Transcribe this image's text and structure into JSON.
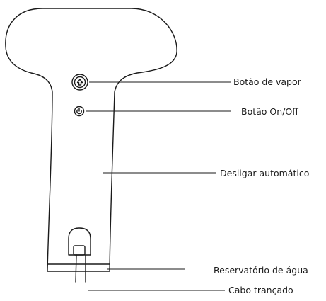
{
  "labels": {
    "steam_button": "Botão de vapor",
    "power_button": "Botão On/Off",
    "auto_off": "Desligar automático",
    "water_tank": "Reservatório de água",
    "braided_cable": "Cabo trançado"
  },
  "icons": {
    "steam_button": "steam-icon",
    "power_button": "power-icon"
  },
  "colors": {
    "line": "#1a1a1a",
    "background": "#ffffff"
  }
}
